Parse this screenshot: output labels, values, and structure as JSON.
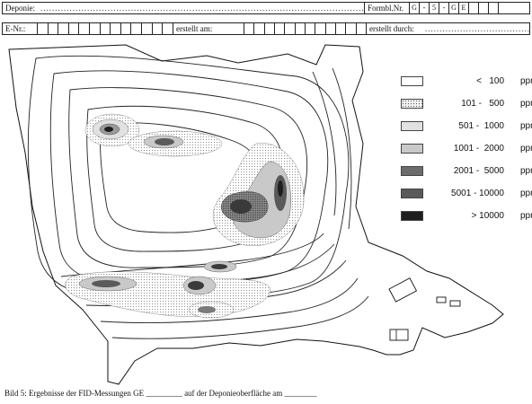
{
  "header": {
    "deponie_label": "Deponie:",
    "deponie_dots": "...................................................................................................................................",
    "formblatt_label": "Formbl.Nr.",
    "formblatt_boxes": [
      "G",
      "-",
      "5",
      "-",
      "G",
      "E",
      "",
      "",
      "",
      ""
    ],
    "enr_label": "E-Nr.:",
    "erstellt_am_label": "erstellt am:",
    "erstellt_durch_label": "erstellt durch:",
    "erstellt_durch_dots": "......................................................................................"
  },
  "legend": [
    {
      "range": "<   100",
      "unit": "ppm",
      "shade": "#ffffff"
    },
    {
      "range": "101 -   500",
      "unit": "ppm",
      "shade": "#f1f1f1"
    },
    {
      "range": "501 -  1000",
      "unit": "ppm",
      "shade": "#e1e1e1"
    },
    {
      "range": "1001 -  2000",
      "unit": "ppm",
      "shade": "#c9c9c9"
    },
    {
      "range": "2001 -  5000",
      "unit": "ppm",
      "shade": "#9a9a9a"
    },
    {
      "range": "5001 - 10000",
      "unit": "ppm",
      "shade": "#5a5a5a"
    },
    {
      "range": "> 10000",
      "unit": "ppm",
      "shade": "#1e1e1e"
    }
  ],
  "caption": "Bild 5: Ergebnisse der FID-Messungen GE _________ auf der Deponieoberfläche am ________"
}
